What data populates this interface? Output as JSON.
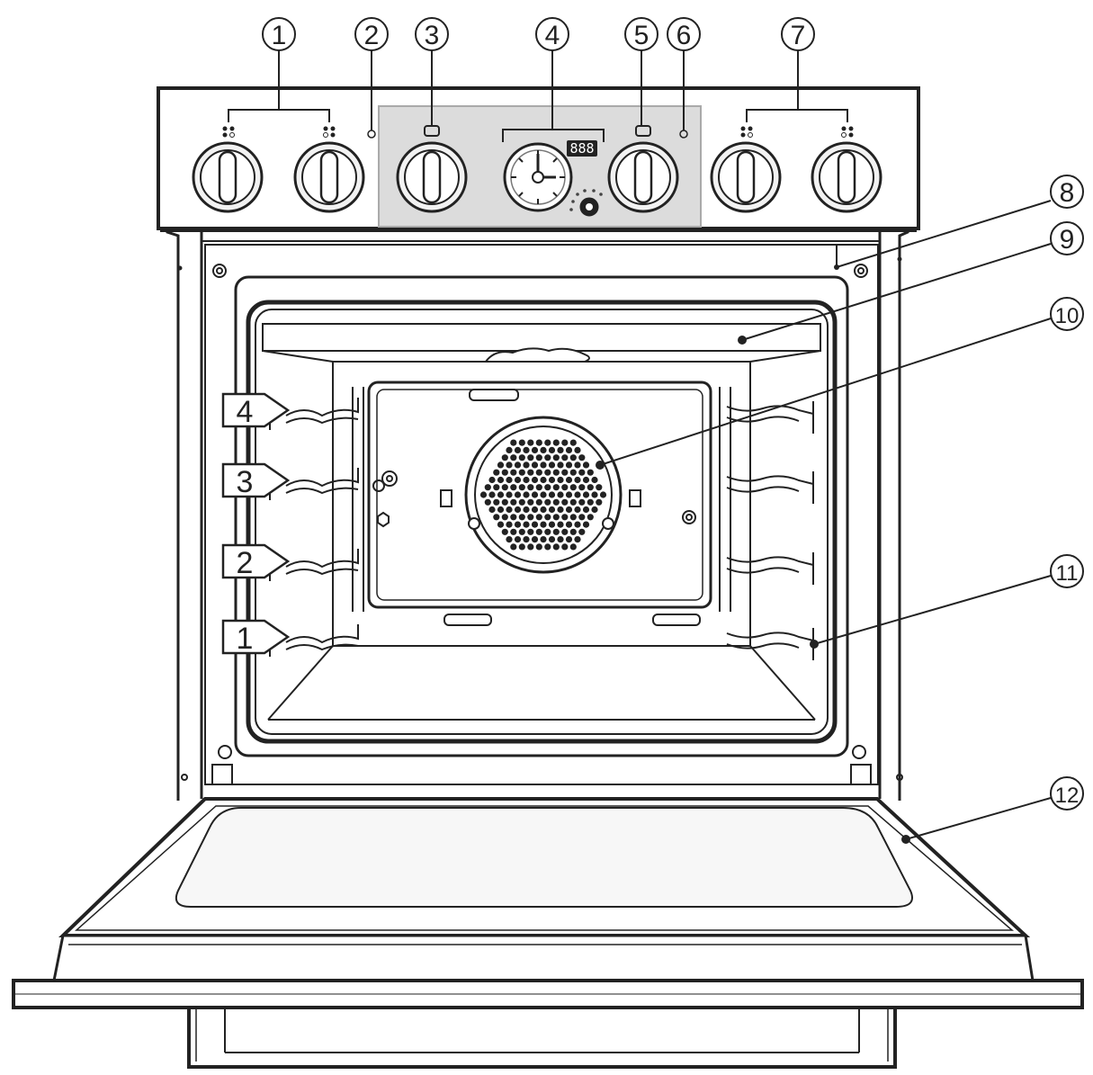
{
  "callouts": [
    {
      "id": 1,
      "label": "1"
    },
    {
      "id": 2,
      "label": "2"
    },
    {
      "id": 3,
      "label": "3"
    },
    {
      "id": 4,
      "label": "4"
    },
    {
      "id": 5,
      "label": "5"
    },
    {
      "id": 6,
      "label": "6"
    },
    {
      "id": 7,
      "label": "7"
    },
    {
      "id": 8,
      "label": "8"
    },
    {
      "id": 9,
      "label": "9"
    },
    {
      "id": 10,
      "label": "10"
    },
    {
      "id": 11,
      "label": "11"
    },
    {
      "id": 12,
      "label": "12"
    }
  ],
  "rack_levels": [
    "4",
    "3",
    "2",
    "1"
  ],
  "display_readout": "888",
  "colors": {
    "line": "#222222",
    "control_panel_inset": "#dcdcdc",
    "knob_fill": "#f2f2f2",
    "door_glass": "#f7f7f7"
  }
}
